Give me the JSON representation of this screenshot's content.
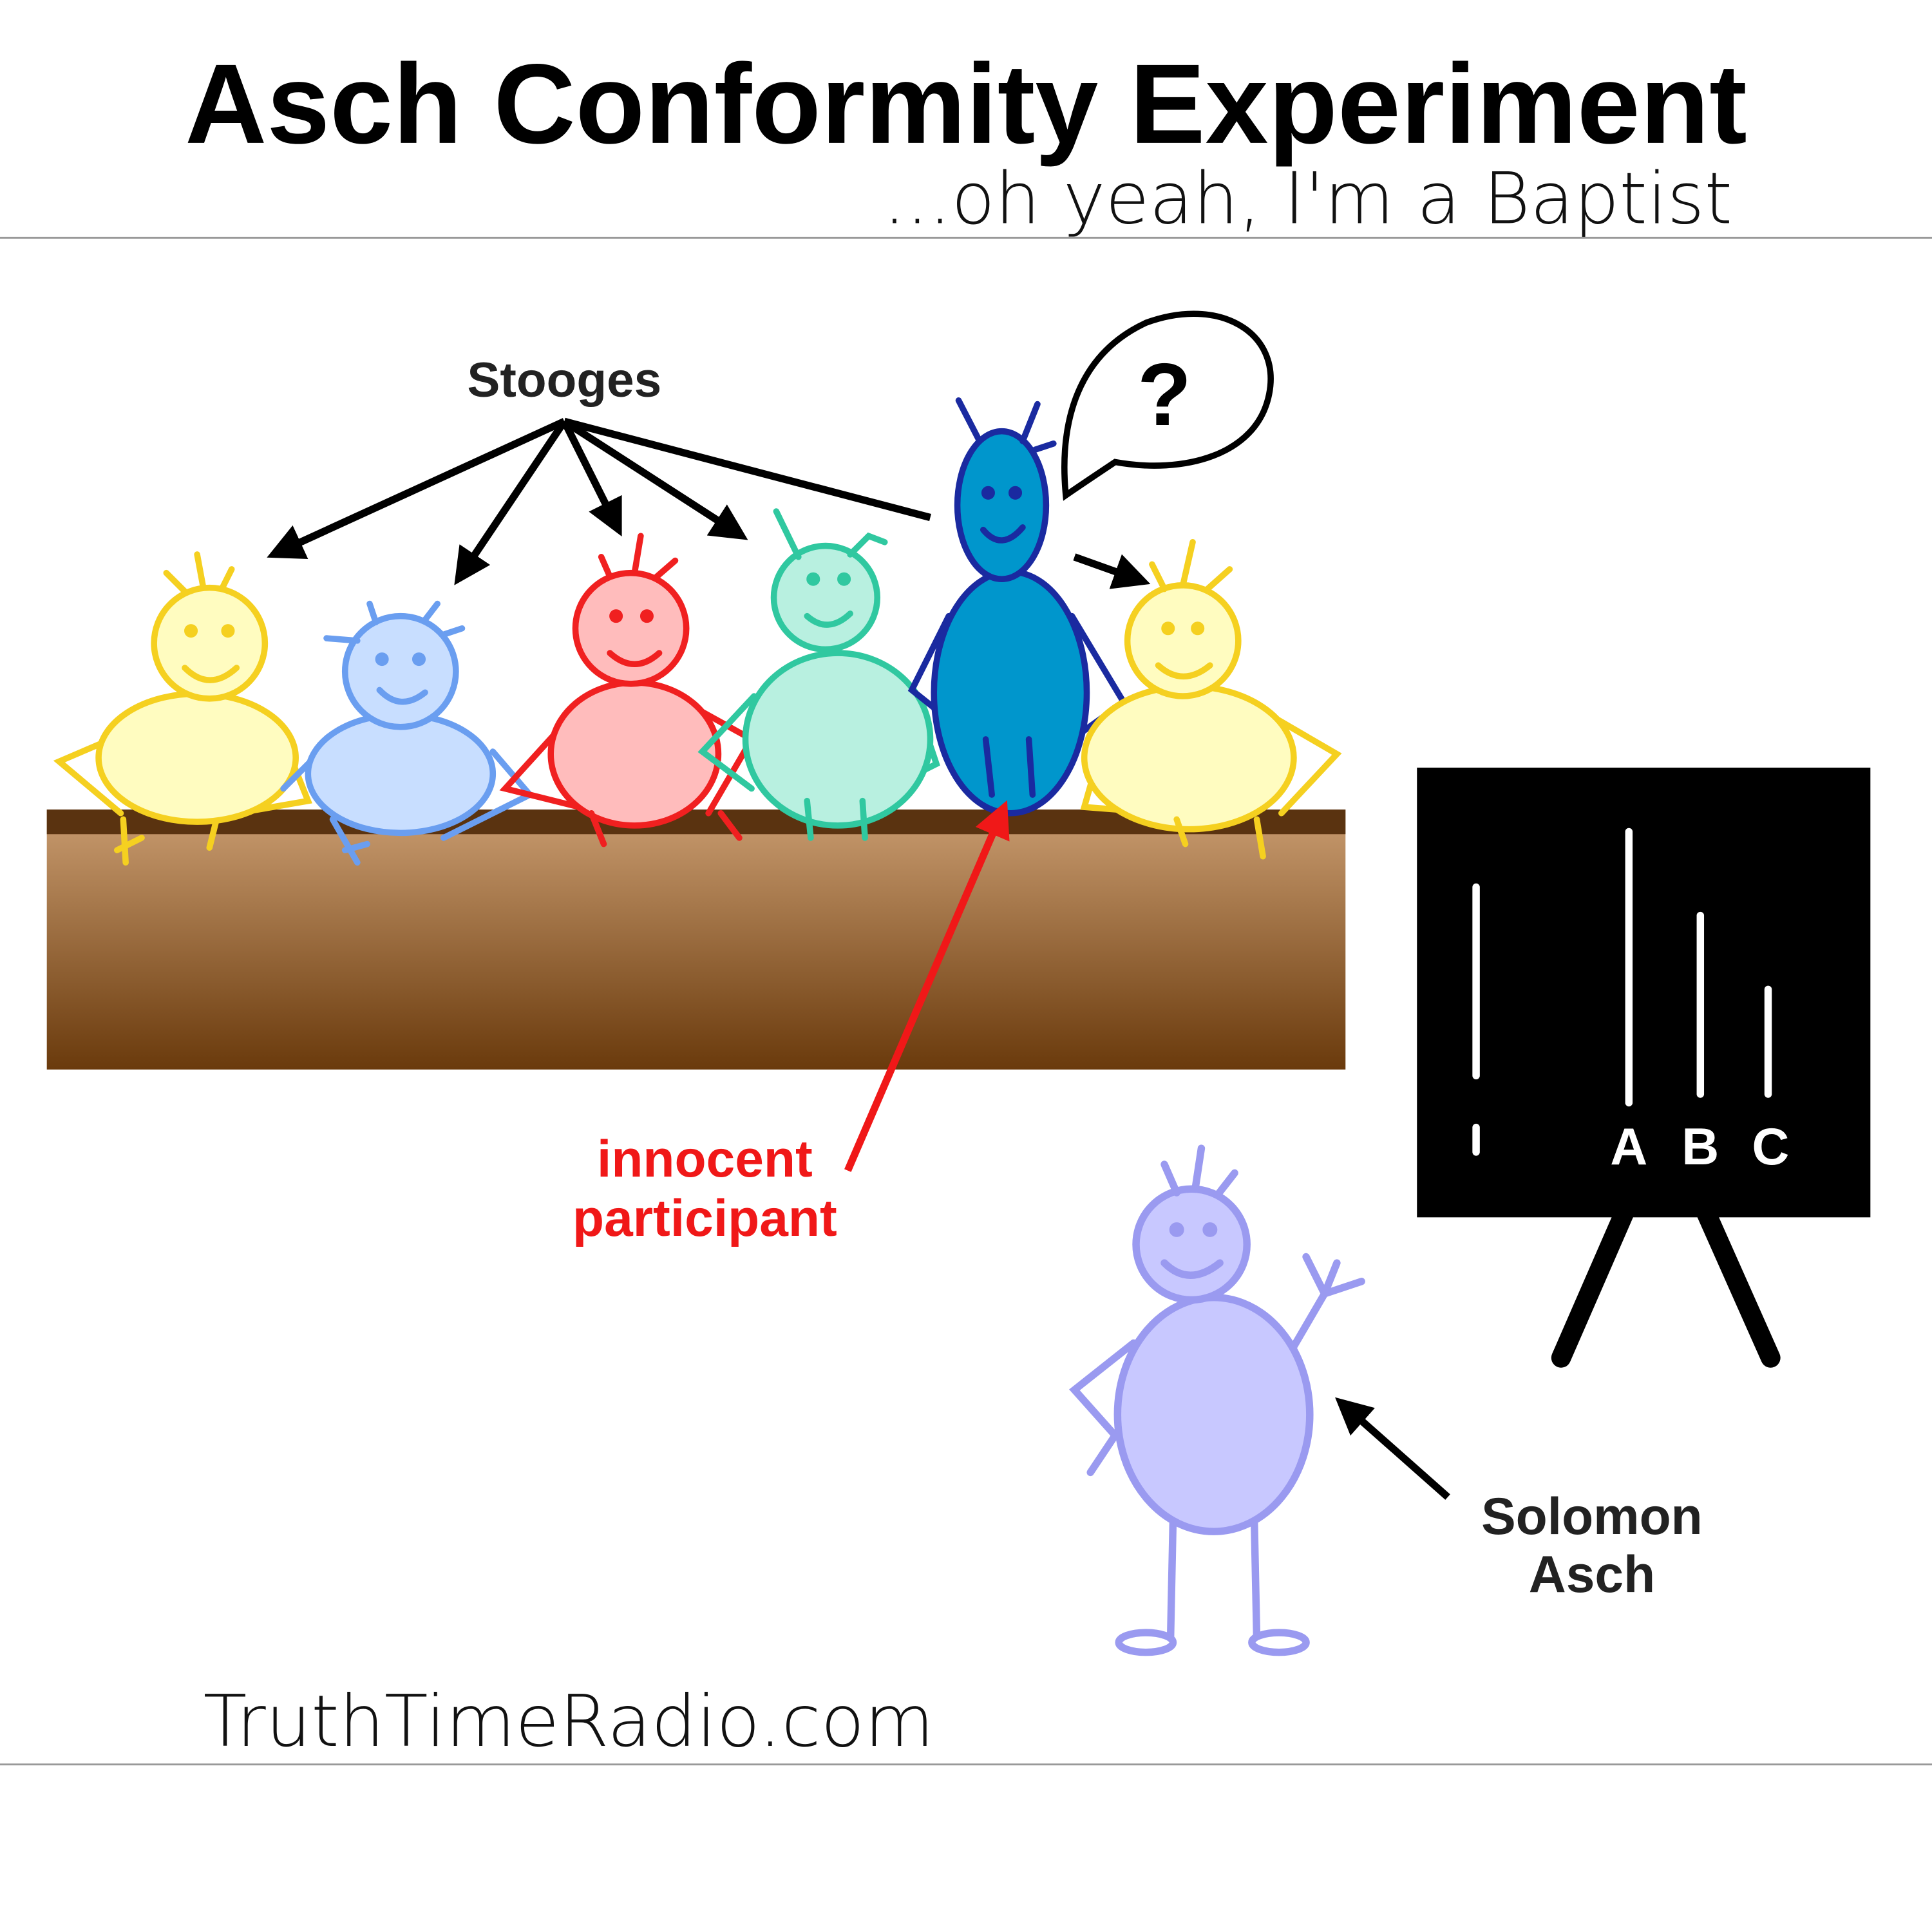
{
  "header": {
    "title": "Asch Conformity Experiment",
    "subtitle": "...oh yeah, I'm a Baptist"
  },
  "illustration": {
    "stooges_label": "Stooges",
    "question_mark": "?",
    "innocent_label_line1": "innocent",
    "innocent_label_line2": "participant",
    "experimenter_label_line1": "Solomon",
    "experimenter_label_line2": "Asch",
    "board_labels": [
      "A",
      "B",
      "C"
    ],
    "colors": {
      "yellow": "#f5d020",
      "light_blue": "#6a9ef0",
      "red": "#f02020",
      "mint": "#30c8a0",
      "dark_blue": "#1a2aa0",
      "lavender": "#9a9af0",
      "innocent_label": "#f01818"
    }
  },
  "footer": {
    "site": "TruthTimeRadio.com"
  }
}
